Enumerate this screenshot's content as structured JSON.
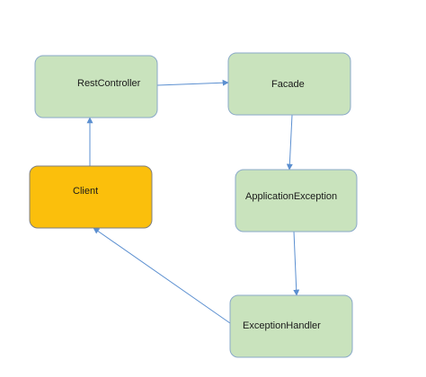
{
  "diagram": {
    "nodes": [
      {
        "id": "restcontroller",
        "label": "RestController",
        "fill": "#c9e3bd",
        "stroke": "#8aa9c9"
      },
      {
        "id": "facade",
        "label": "Facade",
        "fill": "#c9e3bd",
        "stroke": "#8aa9c9"
      },
      {
        "id": "client",
        "label": "Client",
        "fill": "#fbbf0c",
        "stroke": "#7f7f7f"
      },
      {
        "id": "applicationexception",
        "label": "ApplicationException",
        "fill": "#c9e3bd",
        "stroke": "#8aa9c9"
      },
      {
        "id": "exceptionhandler",
        "label": "ExceptionHandler",
        "fill": "#c9e3bd",
        "stroke": "#8aa9c9"
      }
    ],
    "edges": [
      {
        "from": "client",
        "to": "restcontroller"
      },
      {
        "from": "restcontroller",
        "to": "facade"
      },
      {
        "from": "facade",
        "to": "applicationexception"
      },
      {
        "from": "applicationexception",
        "to": "exceptionhandler"
      },
      {
        "from": "exceptionhandler",
        "to": "client"
      }
    ],
    "edge_color": "#5b8fd0"
  }
}
